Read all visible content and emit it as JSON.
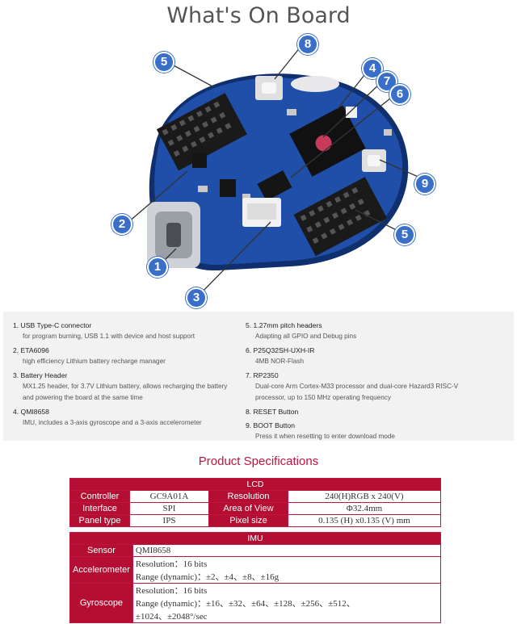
{
  "title": "What's On Board",
  "callouts": [
    "1",
    "2",
    "3",
    "4",
    "5",
    "6",
    "7",
    "8",
    "9",
    "5"
  ],
  "features_left": [
    {
      "title": "1. USB Type-C connector",
      "desc": "for program burning, USB 1.1 with device and host support"
    },
    {
      "title": "2. ETA6096",
      "desc": "high efficiency Lithium battery recharge manager"
    },
    {
      "title": "3. Battery Header",
      "desc": "MX1.25 header, for 3.7V Lithium battery, allows recharging the battery",
      "desc2": "and powering the board at the same time"
    },
    {
      "title": "4. QMI8658",
      "desc": "IMU, includes a 3-axis gyroscope and a 3-axis accelerometer"
    }
  ],
  "features_right": [
    {
      "title": "5. 1.27mm pitch headers",
      "desc": "Adapting all GPIO and Debug pins"
    },
    {
      "title": "6. P25Q32SH-UXH-IR",
      "desc": "4MB NOR-Flash"
    },
    {
      "title": "7. RP2350",
      "desc": "Dual-core Arm Cortex-M33 processor and dual-core Hazard3 RISC-V",
      "desc2": "processor, up to 150 MHz operating frequency"
    },
    {
      "title": "8. RESET Button",
      "desc": ""
    },
    {
      "title": "9. BOOT Button",
      "desc": "Press it when resetting to enter download mode"
    }
  ],
  "spec_heading": "Product Specifications",
  "lcd": {
    "header": "LCD",
    "rows": [
      [
        "Controller",
        "GC9A01A",
        "Resolution",
        "240(H)RGB x 240(V)"
      ],
      [
        "Interface",
        "SPI",
        "Area of View",
        "Φ32.4mm"
      ],
      [
        "Panel type",
        "IPS",
        "Pixel size",
        "0.135 (H) x0.135 (V) mm"
      ]
    ]
  },
  "imu": {
    "header": "IMU",
    "sensor_label": "Sensor",
    "sensor_value": "QMI8658",
    "accel_label": "Accelerometer",
    "accel_lines": [
      "Resolution：16 bits",
      "Range (dynamic)：±2、±4、±8、±16g"
    ],
    "gyro_label": "Gyroscope",
    "gyro_lines": [
      "Resolution：16 bits",
      "Range (dynamic)：±16、±32、±64、±128、±256、±512、",
      "±1024、±2048°/sec"
    ]
  },
  "colors": {
    "accent": "#b40f33",
    "callout": "#3a6fc9",
    "pcb": "#1f4fa8"
  }
}
